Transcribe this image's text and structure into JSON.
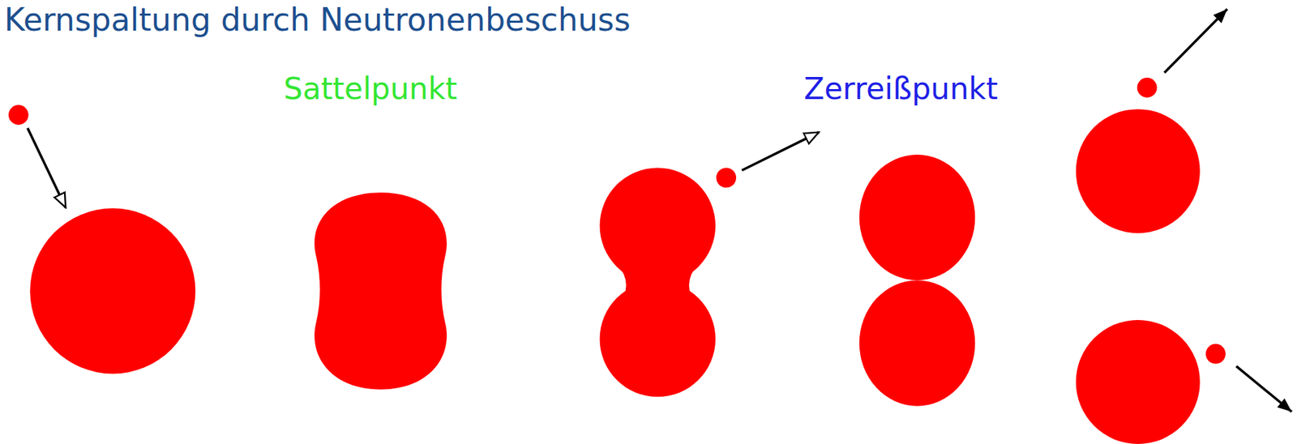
{
  "diagram": {
    "title": "Kernspaltung durch Neutronenbeschuss",
    "labels": [
      "Sattelpunkt",
      "Zerreißpunkt"
    ]
  }
}
